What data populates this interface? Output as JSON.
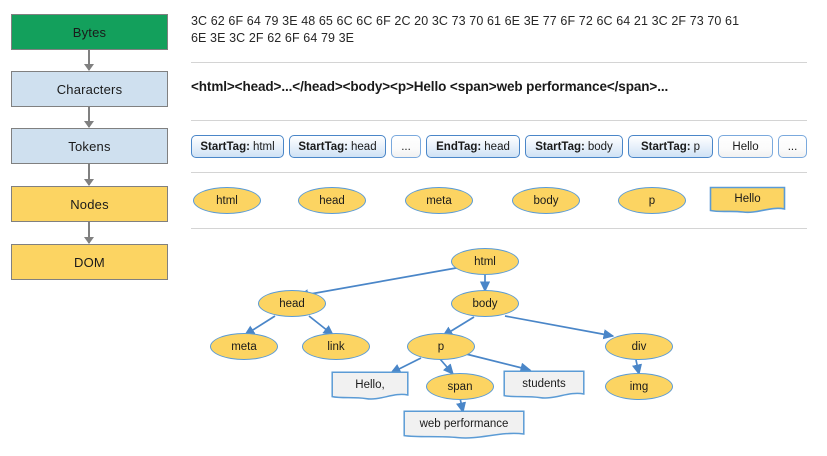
{
  "pipeline": {
    "stages": [
      {
        "label": "Bytes",
        "color": "#13a05c"
      },
      {
        "label": "Characters",
        "color": "#cfe0ef"
      },
      {
        "label": "Tokens",
        "color": "#cfe0ef"
      },
      {
        "label": "Nodes",
        "color": "#fcd462"
      },
      {
        "label": "DOM",
        "color": "#fcd462"
      }
    ]
  },
  "bytes_row": {
    "line1": "3C 62 6F 64 79 3E 48 65 6C 6C 6F 2C 20 3C 73 70 61 6E 3E 77 6F 72 6C 64 21 3C 2F 73 70 61",
    "line2": "6E 3E 3C 2F 62 6F 64 79 3E"
  },
  "characters_row": {
    "text": "<html><head>...</head><body><p>Hello <span>web performance</span>..."
  },
  "tokens_row": {
    "tokens": [
      {
        "kind": "StartTag:",
        "value": "html",
        "style": "filled"
      },
      {
        "kind": "StartTag:",
        "value": "head",
        "style": "filled"
      },
      {
        "kind": "",
        "value": "...",
        "style": "plain"
      },
      {
        "kind": "EndTag:",
        "value": "head",
        "style": "filled"
      },
      {
        "kind": "StartTag:",
        "value": "body",
        "style": "filled"
      },
      {
        "kind": "StartTag:",
        "value": "p",
        "style": "filled"
      },
      {
        "kind": "",
        "value": "Hello",
        "style": "plain"
      },
      {
        "kind": "",
        "value": "...",
        "style": "plain"
      }
    ]
  },
  "nodes_row": {
    "ellipses": [
      "html",
      "head",
      "meta",
      "body",
      "p"
    ],
    "note": "Hello"
  },
  "dom_tree": {
    "nodes": [
      {
        "id": "html",
        "label": "html",
        "shape": "ellipse"
      },
      {
        "id": "head",
        "label": "head",
        "shape": "ellipse"
      },
      {
        "id": "body",
        "label": "body",
        "shape": "ellipse"
      },
      {
        "id": "meta",
        "label": "meta",
        "shape": "ellipse"
      },
      {
        "id": "link",
        "label": "link",
        "shape": "ellipse"
      },
      {
        "id": "p",
        "label": "p",
        "shape": "ellipse"
      },
      {
        "id": "div",
        "label": "div",
        "shape": "ellipse"
      },
      {
        "id": "img",
        "label": "img",
        "shape": "ellipse"
      },
      {
        "id": "span",
        "label": "span",
        "shape": "ellipse"
      },
      {
        "id": "hello",
        "label": "Hello,",
        "shape": "note"
      },
      {
        "id": "stud",
        "label": "students",
        "shape": "note"
      },
      {
        "id": "webp",
        "label": "web performance",
        "shape": "note"
      }
    ],
    "edges": [
      [
        "html",
        "head"
      ],
      [
        "html",
        "body"
      ],
      [
        "head",
        "meta"
      ],
      [
        "head",
        "link"
      ],
      [
        "body",
        "p"
      ],
      [
        "body",
        "div"
      ],
      [
        "p",
        "hello"
      ],
      [
        "p",
        "span"
      ],
      [
        "p",
        "stud"
      ],
      [
        "span",
        "webp"
      ],
      [
        "div",
        "img"
      ]
    ]
  },
  "colors": {
    "green": "#13a05c",
    "light_blue": "#cfe0ef",
    "yellow": "#fcd462",
    "edge_blue": "#4a86c8",
    "node_border": "#5b9bd5",
    "box_border": "#808080",
    "separator": "#d4d4d4"
  }
}
